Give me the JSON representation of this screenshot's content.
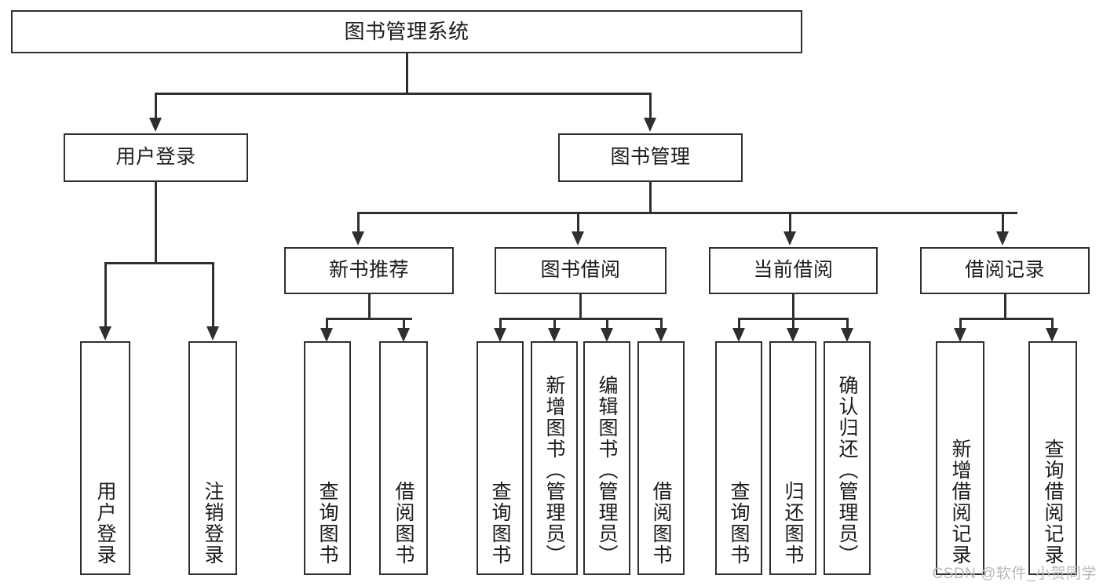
{
  "diagram": {
    "title": "图书管理系统",
    "watermark": "CSDN @软件_小贺同学",
    "colors": {
      "line": "#2f2f2f",
      "box_fill": "#ffffff",
      "text": "#1b1b1b",
      "watermark": "#b9b9b9"
    },
    "nodes": {
      "root": "图书管理系统",
      "user_login": "用户登录",
      "book_manage": "图书管理",
      "new_book_rec": "新书推荐",
      "book_borrow": "图书借阅",
      "current_borrow": "当前借阅",
      "borrow_record": "借阅记录",
      "leaf_user_login": "用户登录",
      "leaf_logout_login": "注销登录",
      "leaf_query_book_1": "查询图书",
      "leaf_borrow_book_1": "借阅图书",
      "leaf_query_book_2": "查询图书",
      "leaf_add_book_admin": "新增图书（管理员）",
      "leaf_edit_book_admin": "编辑图书（管理员）",
      "leaf_borrow_book_2": "借阅图书",
      "leaf_query_book_3": "查询图书",
      "leaf_return_book": "归还图书",
      "leaf_confirm_return_admin": "确认归还（管理员）",
      "leaf_add_borrow_record": "新增借阅记录",
      "leaf_query_borrow_record": "查询借阅记录"
    }
  }
}
